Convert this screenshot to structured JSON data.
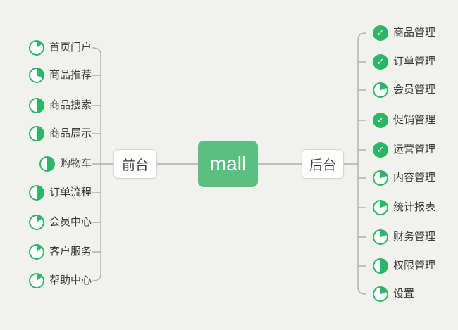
{
  "root": {
    "label": "mall"
  },
  "branches": {
    "left": {
      "node": {
        "label": "前台"
      },
      "items": [
        {
          "label": "首页门户",
          "icon": {
            "type": "pie",
            "percent": 15
          }
        },
        {
          "label": "商品推荐",
          "icon": {
            "type": "pie",
            "percent": 33
          }
        },
        {
          "label": "商品搜索",
          "icon": {
            "type": "pie",
            "percent": 50
          }
        },
        {
          "label": "商品展示",
          "icon": {
            "type": "pie",
            "percent": 50
          }
        },
        {
          "label": "购物车",
          "icon": {
            "type": "pie",
            "percent": 50
          }
        },
        {
          "label": "订单流程",
          "icon": {
            "type": "pie",
            "percent": 50
          }
        },
        {
          "label": "会员中心",
          "icon": {
            "type": "pie",
            "percent": 15
          }
        },
        {
          "label": "客户服务",
          "icon": {
            "type": "pie",
            "percent": 15
          }
        },
        {
          "label": "帮助中心",
          "icon": {
            "type": "pie",
            "percent": 15
          }
        }
      ]
    },
    "right": {
      "node": {
        "label": "后台"
      },
      "items": [
        {
          "label": "商品管理",
          "icon": {
            "type": "check"
          }
        },
        {
          "label": "订单管理",
          "icon": {
            "type": "check"
          }
        },
        {
          "label": "会员管理",
          "icon": {
            "type": "pie",
            "percent": 20
          }
        },
        {
          "label": "促销管理",
          "icon": {
            "type": "check"
          }
        },
        {
          "label": "运营管理",
          "icon": {
            "type": "check"
          }
        },
        {
          "label": "内容管理",
          "icon": {
            "type": "pie",
            "percent": 20
          }
        },
        {
          "label": "统计报表",
          "icon": {
            "type": "pie",
            "percent": 20
          }
        },
        {
          "label": "财务管理",
          "icon": {
            "type": "pie",
            "percent": 20
          }
        },
        {
          "label": "权限管理",
          "icon": {
            "type": "pie",
            "percent": 50
          }
        },
        {
          "label": "设置",
          "icon": {
            "type": "pie",
            "percent": 20
          }
        }
      ]
    }
  },
  "colors": {
    "background": "#f1f1ee",
    "line": "#b0b0ae",
    "icon_green": "#2fb567",
    "root_green": "#5abf80",
    "check_glyph": "✓"
  }
}
